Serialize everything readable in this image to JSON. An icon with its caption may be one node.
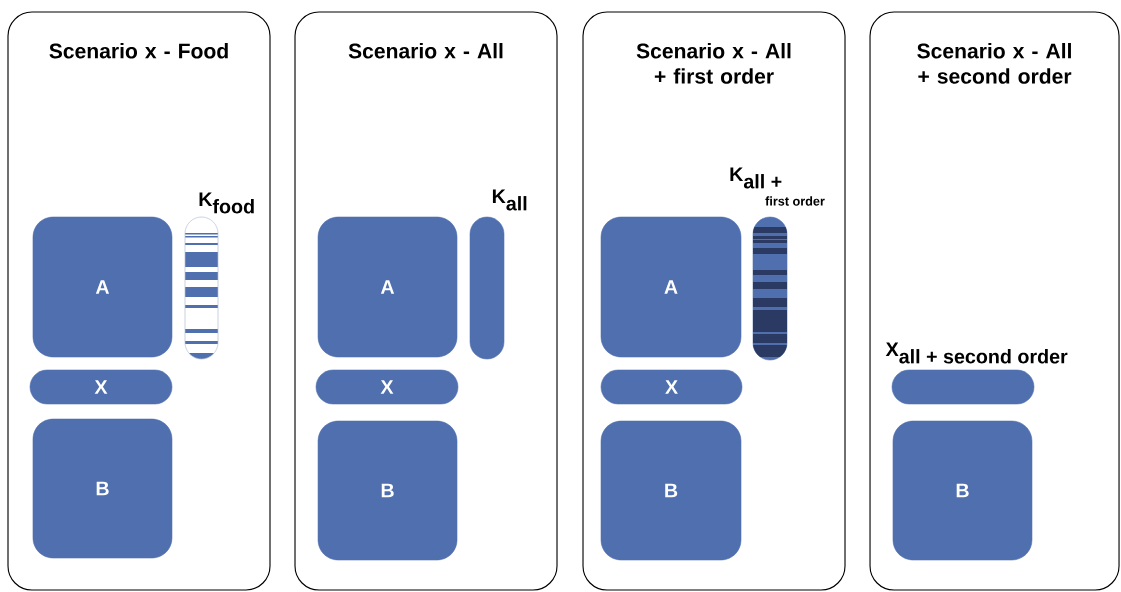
{
  "diagram": {
    "nodes": [
      {
        "text": [
          "Scenario x - Food"
        ]
      },
      {
        "text": [
          "A"
        ],
        "in": 0
      },
      {
        "text": [
          "X"
        ],
        "in": 0
      },
      {
        "text": [
          "B"
        ],
        "in": 0
      },
      {
        "text": [],
        "shape": "bar",
        "in": 0,
        "beside": [
          "\\textbf{K}_{\\textbf{food}}"
        ]
      },
      {
        "text": [
          "Scenario x - All"
        ]
      },
      {
        "text": [
          "A"
        ],
        "in": 5
      },
      {
        "text": [
          "X"
        ],
        "in": 5
      },
      {
        "text": [
          "B"
        ],
        "in": 5
      },
      {
        "text": [],
        "shape": "bar",
        "in": 5,
        "beside": [
          "\\textbf{K}_{\\textbf{all}}"
        ]
      },
      {
        "text": [
          "Scenario x - All + first order"
        ]
      },
      {
        "text": [
          "A"
        ],
        "in": 10
      },
      {
        "text": [
          "X"
        ],
        "in": 10
      },
      {
        "text": [
          "B"
        ],
        "in": 10
      },
      {
        "text": [],
        "shape": "bar",
        "in": 10,
        "beside": [
          "\\textbf{K}_{\\textbf{all +}}",
          "first order"
        ]
      },
      {
        "text": [
          "Scenario x - All + second order"
        ]
      },
      {
        "text": [],
        "shape": "bar",
        "in": 15,
        "beside": [
          "\\textbf{X}_{\\textbf{all + second order}}"
        ]
      },
      {
        "text": [
          "B"
        ],
        "in": 15
      }
    ]
  }
}
